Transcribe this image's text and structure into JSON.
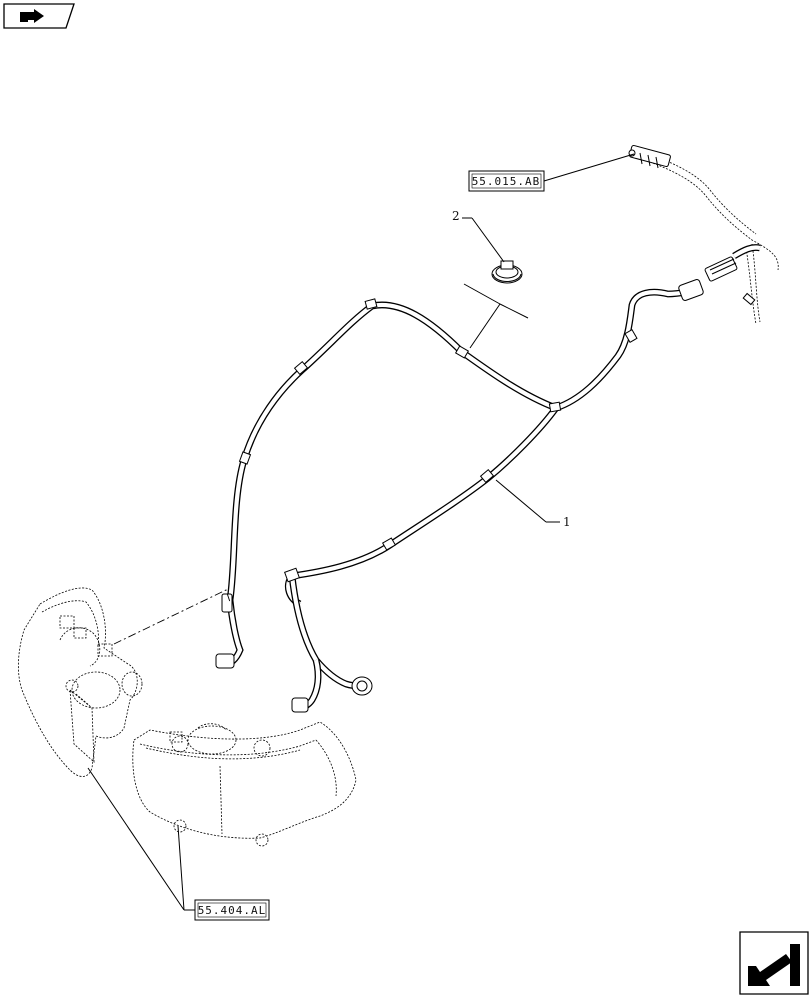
{
  "references": {
    "connector_ref": "55.015.AB",
    "lamp_ref": "55.404.AL"
  },
  "callouts": {
    "harness": "1",
    "clip": "2"
  },
  "icons": {
    "nav_top": "forward-arrow-icon",
    "nav_bottom": "back-arrow-icon"
  }
}
